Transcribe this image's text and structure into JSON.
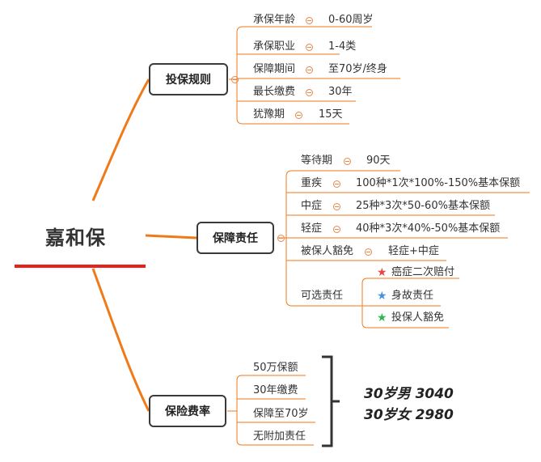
{
  "root": {
    "title": "嘉和保"
  },
  "branches": {
    "rules": {
      "label": "投保规则",
      "items": [
        {
          "key": "承保年龄",
          "value": "0-60周岁"
        },
        {
          "key": "承保职业",
          "value": "1-4类"
        },
        {
          "key": "保障期间",
          "value": "至70岁/终身"
        },
        {
          "key": "最长缴费",
          "value": "30年"
        },
        {
          "key": "犹豫期",
          "value": "15天"
        }
      ]
    },
    "coverage": {
      "label": "保障责任",
      "items": [
        {
          "key": "等待期",
          "value": "90天"
        },
        {
          "key": "重疾",
          "value": "100种*1次*100%-150%基本保额"
        },
        {
          "key": "中症",
          "value": "25种*3次*50-60%基本保额"
        },
        {
          "key": "轻症",
          "value": "40种*3次*40%-50%基本保额"
        },
        {
          "key": "被保人豁免",
          "value": "轻症+中症"
        }
      ],
      "optional": {
        "key": "可选责任",
        "items": [
          {
            "label": "癌症二次赔付",
            "star_color": "#e84545"
          },
          {
            "label": "身故责任",
            "star_color": "#4a90e2"
          },
          {
            "label": "投保人豁免",
            "star_color": "#2db84d"
          }
        ]
      }
    },
    "premium": {
      "label": "保险费率",
      "items": [
        "50万保额",
        "30年缴费",
        "保障至70岁",
        "无附加责任"
      ],
      "rates": [
        "30岁男 3040",
        "30岁女 2980"
      ]
    }
  },
  "colors": {
    "branch_line": "#f07a1a",
    "root_underline": "#e8211b",
    "bracket": "#333333"
  }
}
